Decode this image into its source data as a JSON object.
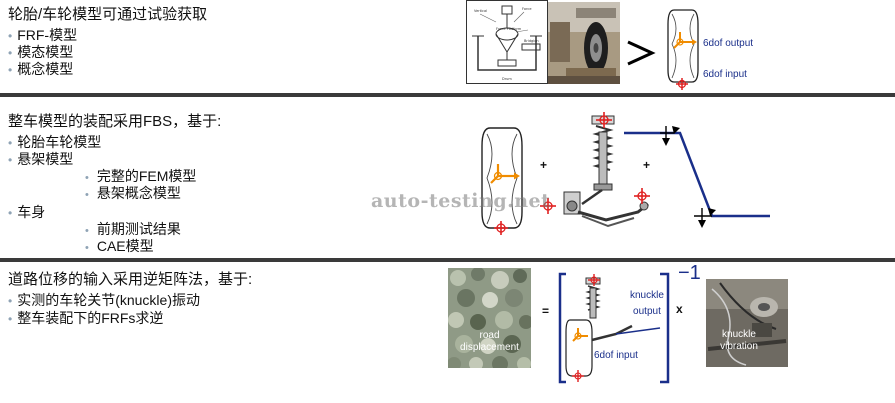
{
  "section1": {
    "heading": "轮胎/车轮模型可通过试验获取",
    "bullets": [
      "FRF-模型",
      "模态模型",
      "概念模型"
    ],
    "labels": {
      "output": "6dof output",
      "input": "6dof input"
    },
    "rig_labels": [
      "Force Platform",
      "Bridgion",
      "Vertical",
      "Force",
      "Drum"
    ]
  },
  "section2": {
    "heading": "整车模型的装配采用FBS，基于:",
    "bullets": [
      "轮胎车轮模型",
      "悬架模型",
      "车身"
    ],
    "suspension_subitems": [
      "完整的FEM模型",
      "悬架概念模型"
    ],
    "body_subitems": [
      "前期测试结果",
      "CAE模型"
    ],
    "plus": "+"
  },
  "section3": {
    "heading": "道路位移的输入采用逆矩阵法，基于:",
    "bullets": [
      "实测的车轮关节(knuckle)振动",
      "整车装配下的FRFs求逆"
    ],
    "equals": "=",
    "times": "x",
    "exponent": "−1",
    "road_label_line1": "road",
    "road_label_line2": "displacement",
    "knuckle_output_line1": "knuckle",
    "knuckle_output_line2": "output",
    "input_label": "6dof input",
    "vibration_line1": "knuckle",
    "vibration_line2": "vibration"
  },
  "watermark": "auto-testing.net",
  "colors": {
    "divider": "#3a3a3a",
    "bullet": "#8fa3b5",
    "blue_label": "#1a2f8a",
    "frame_blue": "#1a2f8a",
    "arrow_red": "#e02020",
    "arrow_orange": "#f08c00"
  }
}
